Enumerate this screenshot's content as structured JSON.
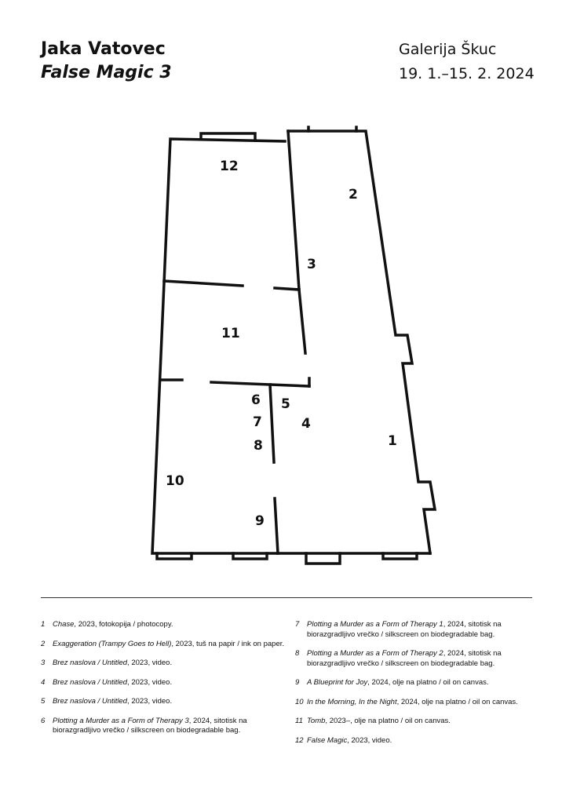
{
  "header": {
    "artist": "Jaka Vatovec",
    "title": "False Magic 3",
    "gallery": "Galerija Škuc",
    "dates": "19. 1.–15. 2. 2024"
  },
  "plan": {
    "rooms": [
      "1",
      "2",
      "3",
      "4",
      "5",
      "6",
      "7",
      "8",
      "9",
      "10",
      "11",
      "12"
    ]
  },
  "legend": {
    "left": [
      {
        "num": "1",
        "work": "Chase,",
        "rest": " 2023, fotokopija / photocopy."
      },
      {
        "num": "2",
        "work": "Exaggeration (Trampy Goes to Hell)",
        "rest": ", 2023, tuš na papir / ink on paper."
      },
      {
        "num": "3",
        "work": "Brez naslova / Untitled",
        "rest": ", 2023, video."
      },
      {
        "num": "4",
        "work": "Brez naslova / Untitled",
        "rest": ", 2023, video."
      },
      {
        "num": "5",
        "work": "Brez naslova / Untitled",
        "rest": ", 2023, video."
      },
      {
        "num": "6",
        "work": "Plotting a Murder as a Form of Therapy 3",
        "rest": ", 2024, sitotisk na biorazgradljivo vrečko / silkscreen on biodegradable bag."
      }
    ],
    "right": [
      {
        "num": "7",
        "work": "Plotting a Murder as a Form of Therapy 1",
        "rest": ", 2024, sitotisk na biorazgradljivo vrečko / silkscreen on biodegradable bag."
      },
      {
        "num": "8",
        "work": "Plotting a Murder as a Form of Therapy 2",
        "rest": ", 2024, sitotisk na biorazgradljivo vrečko / silkscreen on biodegradable bag."
      },
      {
        "num": "9",
        "work": "A Blueprint for Joy",
        "rest": ", 2024, olje na platno / oil on canvas."
      },
      {
        "num": "10",
        "work": "In the Morning, In the Night",
        "rest": ", 2024, olje na platno / oil on canvas."
      },
      {
        "num": "11",
        "work": "Tomb",
        "rest": ", 2023–, olje na platno / oil on canvas."
      },
      {
        "num": "12",
        "work": "False Magic",
        "rest": ", 2023, video."
      }
    ]
  }
}
